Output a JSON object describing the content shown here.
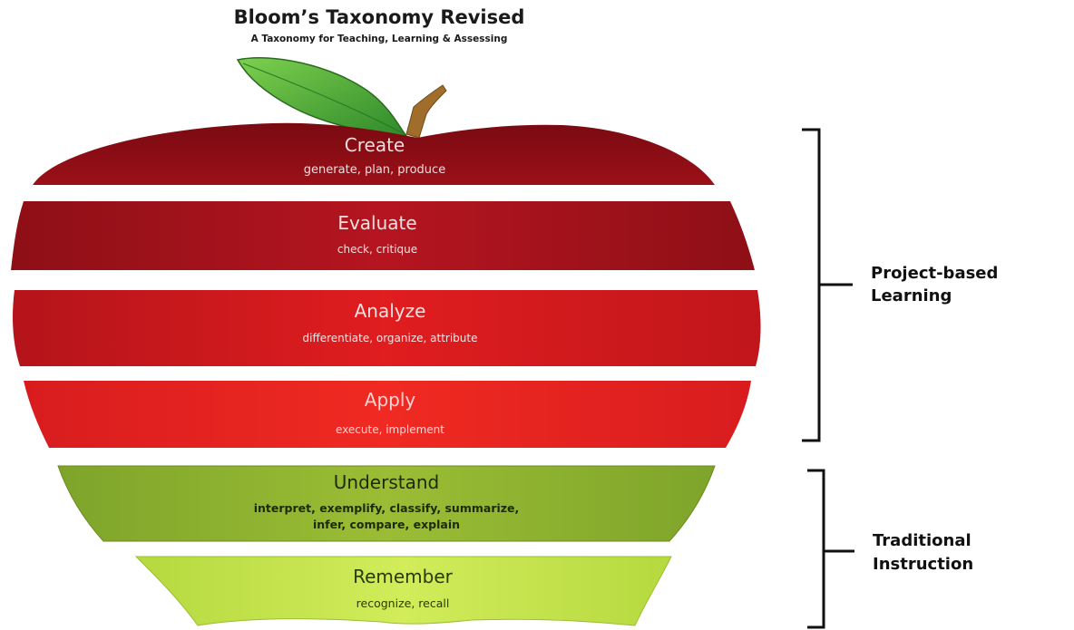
{
  "header": {
    "title": "Bloom’s Taxonomy Revised",
    "subtitle": "A Taxonomy for Teaching, Learning & Assessing"
  },
  "levels": [
    {
      "name": "Create",
      "verbs": "generate, plan, produce"
    },
    {
      "name": "Evaluate",
      "verbs": "check, critique"
    },
    {
      "name": "Analyze",
      "verbs": "differentiate, organize, attribute"
    },
    {
      "name": "Apply",
      "verbs": "execute, implement"
    },
    {
      "name": "Understand",
      "verbs": "interpret, exemplify, classify, summarize,",
      "verbs2": "infer, compare, explain"
    },
    {
      "name": "Remember",
      "verbs": "recognize, recall"
    }
  ],
  "groups": [
    {
      "line1": "Project-based",
      "line2": "Learning"
    },
    {
      "line1": "Traditional",
      "line2": "Instruction"
    }
  ],
  "colors": {
    "create": "#8c0c16",
    "evaluate": "#b0121c",
    "analyze": "#d81a1c",
    "apply": "#e8231f",
    "understand": "#8db22f",
    "remember": "#c2e24a",
    "leaf": "#4aa83a",
    "stem": "#9a6b2a"
  }
}
